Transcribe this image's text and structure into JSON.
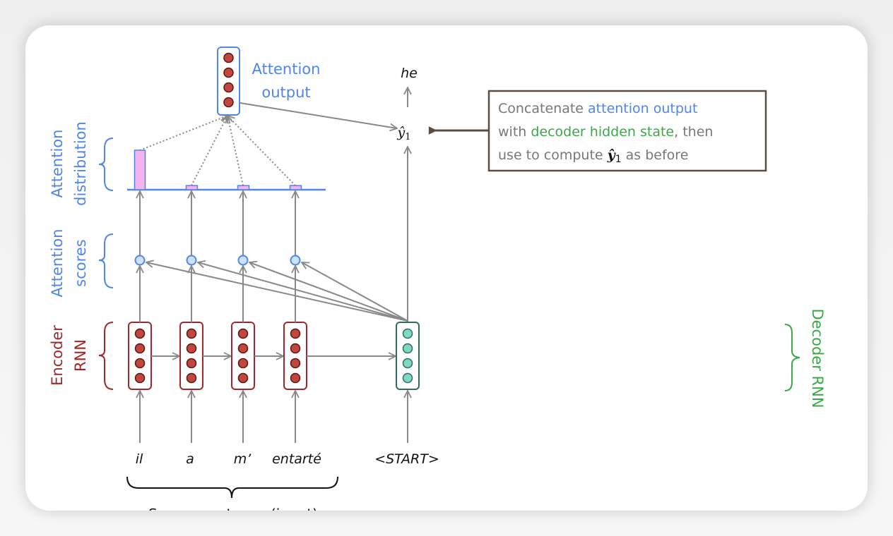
{
  "diagram": {
    "title_hidden": "",
    "attention_output_label": [
      "Attention",
      "output"
    ],
    "attention_distribution_label": [
      "Attention",
      "distribution"
    ],
    "attention_scores_label": [
      "Attention",
      "scores"
    ],
    "encoder_label": [
      "Encoder",
      "RNN"
    ],
    "decoder_label": "Decoder RNN",
    "source_words": [
      "il",
      "a",
      "m’",
      "entarté"
    ],
    "decoder_input": "<START>",
    "decoder_output_word": "he",
    "y_hat_label": "ŷ",
    "y_hat_subscript": "1",
    "source_sentence_label": "Source sentence (input)",
    "attention_weights": [
      0.95,
      0.1,
      0.1,
      0.1
    ],
    "callout": {
      "line1_a": "Concatenate ",
      "line1_b": "attention output",
      "line2_a": "with ",
      "line2_b": "decoder hidden state",
      "line2_c": ", then",
      "line3_a": "use to compute ",
      "line3_y": "ŷ",
      "line3_sub": "1",
      "line3_b": " as before"
    },
    "colors": {
      "attention_blue": "#4f86e8",
      "encoder_red": "#a0282a",
      "encoder_dot": "#c0473d",
      "decoder_green": "#3aa845",
      "decoder_dot": "#7fd8c4",
      "decoder_box": "#2e6b5a",
      "bar_pink": "#f2b3ee",
      "arrow_gray": "#888888",
      "callout_border": "#5b4b40"
    }
  }
}
